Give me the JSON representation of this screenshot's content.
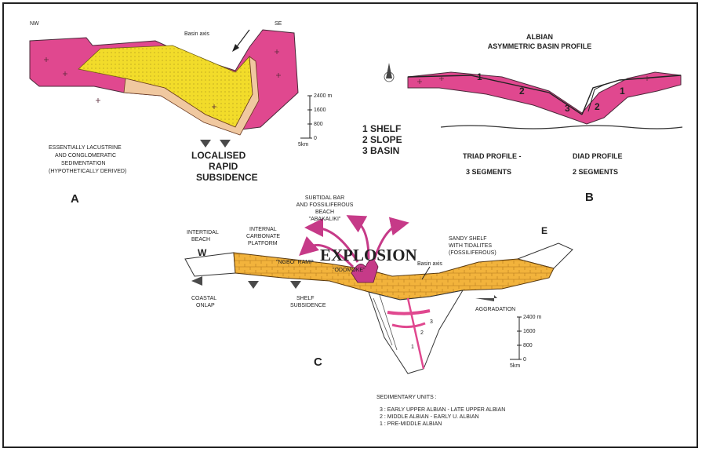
{
  "colors": {
    "granite": "#e0488f",
    "sand": "#f2dc2a",
    "shelf": "#f2b33c",
    "arrow_pink": "#c63a88",
    "dark": "#4a4a4a"
  },
  "panel_a": {
    "letter": "A",
    "nw": "NW",
    "se": "SE",
    "basin_axis": "Basin axis",
    "caption": [
      "ESSENTIALLY LACUSTRINE",
      "AND CONGLOMERATIC",
      "SEDIMENTATION",
      "(HYPOTHETICALLY DERIVED)"
    ],
    "subsidence": [
      "LOCALISED",
      "RAPID",
      "SUBSIDENCE"
    ],
    "scale": [
      "2400 m",
      "1600",
      "800",
      "0"
    ],
    "scale_km": "5km"
  },
  "panel_b": {
    "letter": "B",
    "title": [
      "ALBIAN",
      "ASYMMETRIC BASIN PROFILE"
    ],
    "segments": [
      "1 SHELF",
      "2 SLOPE",
      "3 BASIN"
    ],
    "numbers": [
      "1",
      "2",
      "3",
      "2",
      "1"
    ],
    "triad": [
      "TRIAD PROFILE -",
      "3 SEGMENTS"
    ],
    "diad": [
      "DIAD PROFILE",
      "2 SEGMENTS"
    ]
  },
  "panel_c": {
    "letter": "C",
    "w": "W",
    "e": "E",
    "explosion": "EXPLOSION",
    "subtidal": [
      "SUBTIDAL BAR",
      "AND FOSSILIFEROUS",
      "BEACH",
      "\"ABAKALIKI\""
    ],
    "intertidal": [
      "INTERTIDAL",
      "BEACH"
    ],
    "internal": [
      "INTERNAL",
      "CARBONATE",
      "PLATFORM"
    ],
    "ngbo": "\"NGBO\" RAMP",
    "odomoke": "\"ODOMOKE\"",
    "basin_axis": "Basin axis",
    "sandy": [
      "SANDY SHELF",
      "WITH TIDALITES",
      "(FOSSILIFEROUS)"
    ],
    "coastal": [
      "COASTAL",
      "ONLAP"
    ],
    "shelf_sub": [
      "SHELF",
      "SUBSIDENCE"
    ],
    "aggradation": "AGGRADATION",
    "units": [
      "3",
      "2",
      "1"
    ],
    "scale": [
      "2400 m",
      "1600",
      "800",
      "0"
    ],
    "scale_km": "5km"
  },
  "legend": {
    "title": "SEDIMENTARY UNITS :",
    "items": [
      "3 : EARLY UPPER ALBIAN - LATE UPPER ALBIAN",
      "2 : MIDDLE ALBIAN - EARLY U. ALBIAN",
      "1 : PRE-MIDDLE ALBIAN"
    ]
  }
}
